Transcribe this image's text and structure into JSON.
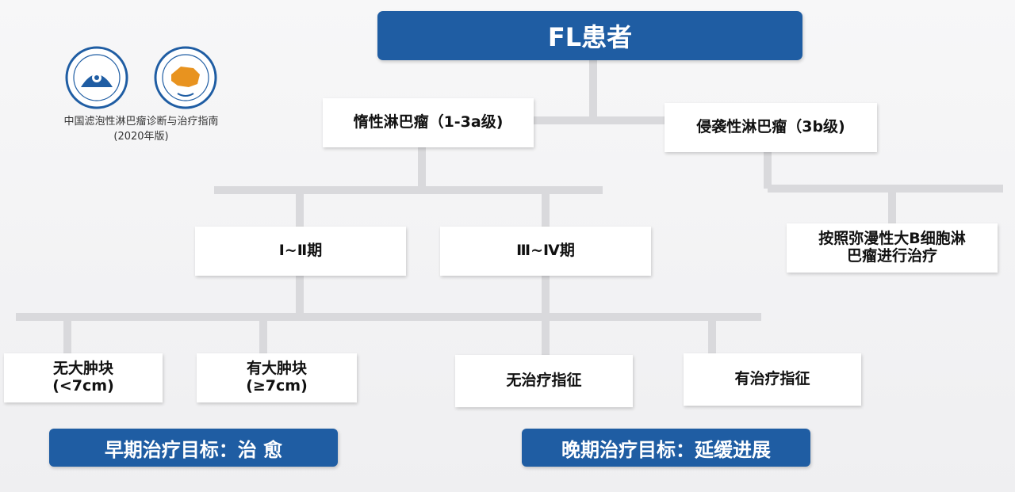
{
  "logos": {
    "guideline_title": "中国滤泡性淋巴瘤诊断与治疗指南",
    "guideline_edition": "(2020年版)",
    "colors": {
      "logo_blue": "#1f5da3",
      "map_orange": "#e8931f"
    }
  },
  "root": {
    "label": "FL患者"
  },
  "branches": {
    "indolent": {
      "label": "惰性淋巴瘤（1-3a级)"
    },
    "aggressive": {
      "label": "侵袭性淋巴瘤（3b级)"
    }
  },
  "stages": {
    "early": {
      "label": "Ⅰ~Ⅱ期"
    },
    "late": {
      "label": "Ⅲ~Ⅳ期"
    }
  },
  "aggressive_treatment": {
    "line1": "按照弥漫性大B细胞淋",
    "line2": "巴瘤进行治疗"
  },
  "leaves": {
    "no_bulk": {
      "line1": "无大肿块",
      "line2": "(<7cm)"
    },
    "bulk": {
      "line1": "有大肿块",
      "line2": "(≥7cm)"
    },
    "no_indication": {
      "label": "无治疗指征"
    },
    "indication": {
      "label": "有治疗指征"
    }
  },
  "goals": {
    "early": {
      "label": "早期治疗目标：治 愈"
    },
    "late": {
      "label": "晚期治疗目标：延缓进展"
    }
  },
  "colors": {
    "accent": "#1f5da3",
    "connector": "#d9d9dc"
  }
}
